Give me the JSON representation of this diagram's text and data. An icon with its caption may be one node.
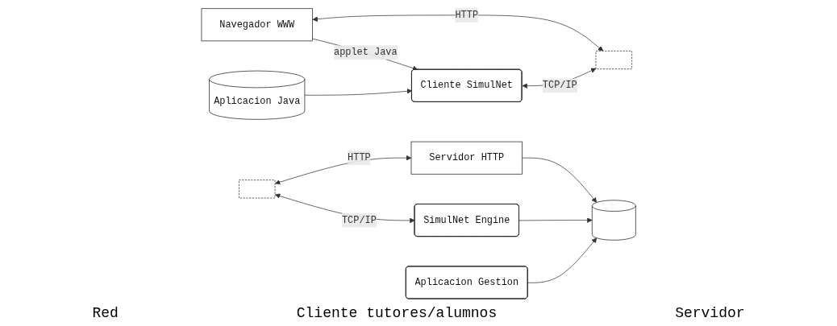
{
  "diagram": {
    "nodes": [
      {
        "text": [
          "Navegador WWW"
        ]
      },
      {
        "text": [
          "Cliente SimulNet"
        ]
      },
      {
        "text": [
          "Aplicacion Java"
        ]
      },
      {
        "text": [],
        "shape": "line"
      },
      {
        "text": [],
        "shape": "line"
      },
      {
        "text": [
          "Servidor HTTP"
        ]
      },
      {
        "text": [],
        "shape": "cylinder"
      },
      {
        "text": [
          "SimulNet Engine"
        ]
      },
      {
        "text": [
          "Aplicacion Gestion"
        ]
      }
    ],
    "edges": [
      {
        "from": 0,
        "to": 3,
        "arrow": "both",
        "label": "HTTP"
      },
      {
        "from": 0,
        "to": 1,
        "arrow": "to",
        "label": "applet Java"
      },
      {
        "from": 2,
        "to": 1,
        "arrow": "to"
      },
      {
        "from": 1,
        "to": 3,
        "arrow": "both",
        "label": "TCP/IP"
      },
      {
        "from": 4,
        "to": 5,
        "arrow": "both",
        "label": "HTTP"
      },
      {
        "from": 5,
        "to": 6,
        "arrow": "to"
      },
      {
        "from": 4,
        "to": 7,
        "arrow": "both",
        "label": "TCP/IP"
      },
      {
        "from": 7,
        "to": 6,
        "arrow": "to"
      },
      {
        "from": 8,
        "to": 6,
        "arrow": "to"
      }
    ],
    "labels": [
      "Red",
      "Cliente tutores/alumnos",
      "Servidor"
    ]
  }
}
